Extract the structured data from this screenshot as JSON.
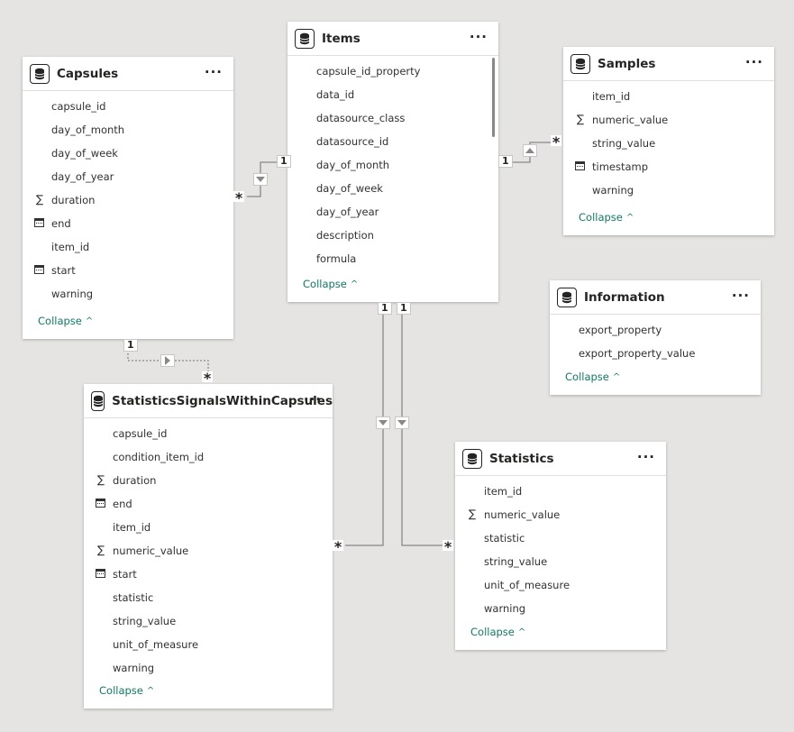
{
  "colors": {
    "canvas": "#e5e4e2",
    "card": "#ffffff",
    "text": "#252423",
    "collapse_link": "#117865",
    "line": "#8a8886"
  },
  "tables": [
    {
      "id": "items",
      "title": "Items",
      "collapse_label": "Collapse",
      "fields": [
        {
          "label": "capsule_id_property",
          "icon": "none"
        },
        {
          "label": "data_id",
          "icon": "none"
        },
        {
          "label": "datasource_class",
          "icon": "none"
        },
        {
          "label": "datasource_id",
          "icon": "none"
        },
        {
          "label": "day_of_month",
          "icon": "none"
        },
        {
          "label": "day_of_week",
          "icon": "none"
        },
        {
          "label": "day_of_year",
          "icon": "none"
        },
        {
          "label": "description",
          "icon": "none"
        },
        {
          "label": "formula",
          "icon": "none"
        }
      ]
    },
    {
      "id": "capsules",
      "title": "Capsules",
      "collapse_label": "Collapse",
      "fields": [
        {
          "label": "capsule_id",
          "icon": "none"
        },
        {
          "label": "day_of_month",
          "icon": "none"
        },
        {
          "label": "day_of_week",
          "icon": "none"
        },
        {
          "label": "day_of_year",
          "icon": "none"
        },
        {
          "label": "duration",
          "icon": "sigma-icon"
        },
        {
          "label": "end",
          "icon": "calendar-icon"
        },
        {
          "label": "item_id",
          "icon": "none"
        },
        {
          "label": "start",
          "icon": "calendar-icon"
        },
        {
          "label": "warning",
          "icon": "none"
        }
      ]
    },
    {
      "id": "samples",
      "title": "Samples",
      "collapse_label": "Collapse",
      "fields": [
        {
          "label": "item_id",
          "icon": "none"
        },
        {
          "label": "numeric_value",
          "icon": "sigma-icon"
        },
        {
          "label": "string_value",
          "icon": "none"
        },
        {
          "label": "timestamp",
          "icon": "calendar-icon"
        },
        {
          "label": "warning",
          "icon": "none"
        }
      ]
    },
    {
      "id": "information",
      "title": "Information",
      "collapse_label": "Collapse",
      "fields": [
        {
          "label": "export_property",
          "icon": "none"
        },
        {
          "label": "export_property_value",
          "icon": "none"
        }
      ]
    },
    {
      "id": "statistics-signals",
      "title": "StatisticsSignalsWithinCapsules",
      "collapse_label": "Collapse",
      "fields": [
        {
          "label": "capsule_id",
          "icon": "none"
        },
        {
          "label": "condition_item_id",
          "icon": "none"
        },
        {
          "label": "duration",
          "icon": "sigma-icon"
        },
        {
          "label": "end",
          "icon": "calendar-icon"
        },
        {
          "label": "item_id",
          "icon": "none"
        },
        {
          "label": "numeric_value",
          "icon": "sigma-icon"
        },
        {
          "label": "start",
          "icon": "calendar-icon"
        },
        {
          "label": "statistic",
          "icon": "none"
        },
        {
          "label": "string_value",
          "icon": "none"
        },
        {
          "label": "unit_of_measure",
          "icon": "none"
        },
        {
          "label": "warning",
          "icon": "none"
        }
      ]
    },
    {
      "id": "statistics",
      "title": "Statistics",
      "collapse_label": "Collapse",
      "fields": [
        {
          "label": "item_id",
          "icon": "none"
        },
        {
          "label": "numeric_value",
          "icon": "sigma-icon"
        },
        {
          "label": "statistic",
          "icon": "none"
        },
        {
          "label": "string_value",
          "icon": "none"
        },
        {
          "label": "unit_of_measure",
          "icon": "none"
        },
        {
          "label": "warning",
          "icon": "none"
        }
      ]
    }
  ],
  "relationships": [
    {
      "id": "items-capsules",
      "from": "Items",
      "to": "Capsules",
      "one_label": "1",
      "many_label": "*",
      "style": "solid",
      "direction": "single"
    },
    {
      "id": "items-samples",
      "from": "Items",
      "to": "Samples",
      "one_label": "1",
      "many_label": "*",
      "style": "solid",
      "direction": "single"
    },
    {
      "id": "capsules-stats-signals",
      "from": "Capsules",
      "to": "StatisticsSignalsWithinCapsules",
      "one_label": "1",
      "many_label": "*",
      "style": "dashed",
      "direction": "single"
    },
    {
      "id": "items-stats-signals",
      "from": "Items",
      "to": "StatisticsSignalsWithinCapsules",
      "one_label": "1",
      "many_label": "*",
      "style": "solid",
      "direction": "single"
    },
    {
      "id": "items-statistics",
      "from": "Items",
      "to": "Statistics",
      "one_label": "1",
      "many_label": "*",
      "style": "solid",
      "direction": "single"
    }
  ]
}
